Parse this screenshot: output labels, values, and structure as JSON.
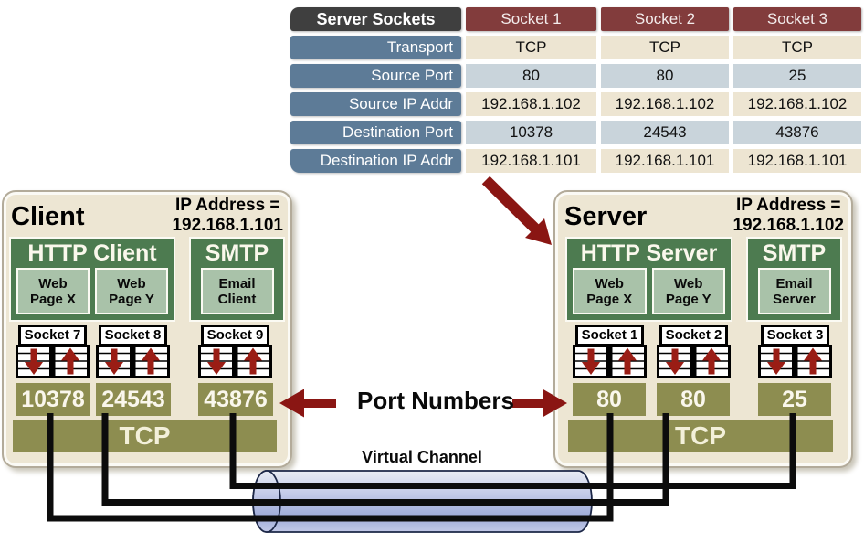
{
  "table": {
    "corner": "Server Sockets",
    "columns": [
      "Socket 1",
      "Socket 2",
      "Socket 3"
    ],
    "rows": [
      {
        "label": "Transport",
        "values": [
          "TCP",
          "TCP",
          "TCP"
        ]
      },
      {
        "label": "Source Port",
        "values": [
          "80",
          "80",
          "25"
        ]
      },
      {
        "label": "Source IP Addr",
        "values": [
          "192.168.1.102",
          "192.168.1.102",
          "192.168.1.102"
        ]
      },
      {
        "label": "Destination Port",
        "values": [
          "10378",
          "24543",
          "43876"
        ]
      },
      {
        "label": "Destination IP Addr",
        "values": [
          "192.168.1.101",
          "192.168.1.101",
          "192.168.1.101"
        ]
      }
    ]
  },
  "client": {
    "title": "Client",
    "ip_label": "IP Address =",
    "ip_value": "192.168.1.101",
    "apps": [
      {
        "name": "HTTP Client",
        "modules": [
          [
            "Web",
            "Page X"
          ],
          [
            "Web",
            "Page Y"
          ]
        ]
      },
      {
        "name": "SMTP",
        "modules": [
          [
            "Email",
            "Client"
          ]
        ]
      }
    ],
    "sockets": [
      "Socket 7",
      "Socket 8",
      "Socket 9"
    ],
    "ports": [
      "10378",
      "24543",
      "43876"
    ],
    "transport": "TCP"
  },
  "server": {
    "title": "Server",
    "ip_label": "IP Address =",
    "ip_value": "192.168.1.102",
    "apps": [
      {
        "name": "HTTP Server",
        "modules": [
          [
            "Web",
            "Page X"
          ],
          [
            "Web",
            "Page Y"
          ]
        ]
      },
      {
        "name": "SMTP",
        "modules": [
          [
            "Email",
            "Server"
          ]
        ]
      }
    ],
    "sockets": [
      "Socket 1",
      "Socket 2",
      "Socket 3"
    ],
    "ports": [
      "80",
      "80",
      "25"
    ],
    "transport": "TCP"
  },
  "labels": {
    "port_numbers": "Port Numbers",
    "virtual_channel": "Virtual Channel"
  },
  "icons": {
    "socket_down_arrow": "▼",
    "socket_up_arrow": "▲",
    "port_numbers_left_arrow": "⬅",
    "port_numbers_right_arrow": "➡",
    "table_to_server_arrow": "↘"
  },
  "colors": {
    "dark_green": "#4d7b50",
    "sage_green": "#a9c2a9",
    "olive": "#8d8d50",
    "dark_red_arrow": "#8a1613",
    "table_header_gray": "#3f3f3f",
    "row_label_blue": "#5d7b97",
    "socket_header_red": "#823c3c",
    "cream": "#ede5d2",
    "light_blue_cell": "#c9d4db",
    "cylinder_blue": "#a5b0da",
    "line_black": "#0c0c0c"
  }
}
